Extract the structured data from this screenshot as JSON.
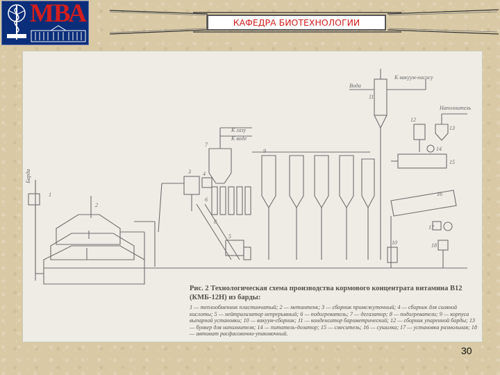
{
  "logo": {
    "text": "МВА"
  },
  "header": {
    "title": "КАФЕДРА БИОТЕХНОЛОГИИ"
  },
  "figure": {
    "caption_title": "Рис. 2 Технологическая схема производства кормового концентрата витамина B12 (КМБ-12Н) из барды:",
    "caption_legend": "1 — теплообменник пластинчатый; 2 — метантенк; 3 — сборник промежуточный; 4 — сборник для соляной кислоты; 5 — нейтрализатор непрерывный; 6 — подогреватель; 7 — дегазатор; 8 — подогреватели; 9 — корпуса выпарной установки; 10 — вакуум-сборник; 11 — конденсатор барометрический; 12 — сборник упаренной барды; 13 — бункер для наполнителя; 14 — питатель-дозатор; 15 — смеситель; 16 — сушилка; 17 — установка размольная; 18 — автомат расфасовочно-упаковочный.",
    "labels": {
      "barda": "Барда",
      "voda": "Вода",
      "to_vacuum": "К вакуум-насосу",
      "filler": "Наполнитель",
      "k_gazu": "К газу",
      "k_vode": "К воде"
    },
    "numbers": [
      "1",
      "2",
      "3",
      "4",
      "5",
      "6",
      "7",
      "8",
      "9",
      "10",
      "11",
      "12",
      "13",
      "14",
      "15",
      "16",
      "17",
      "18"
    ]
  },
  "footer": {
    "page_number": "30"
  },
  "colors": {
    "banner_blue": "#0b2e7a",
    "title_red": "#d21e1e"
  }
}
